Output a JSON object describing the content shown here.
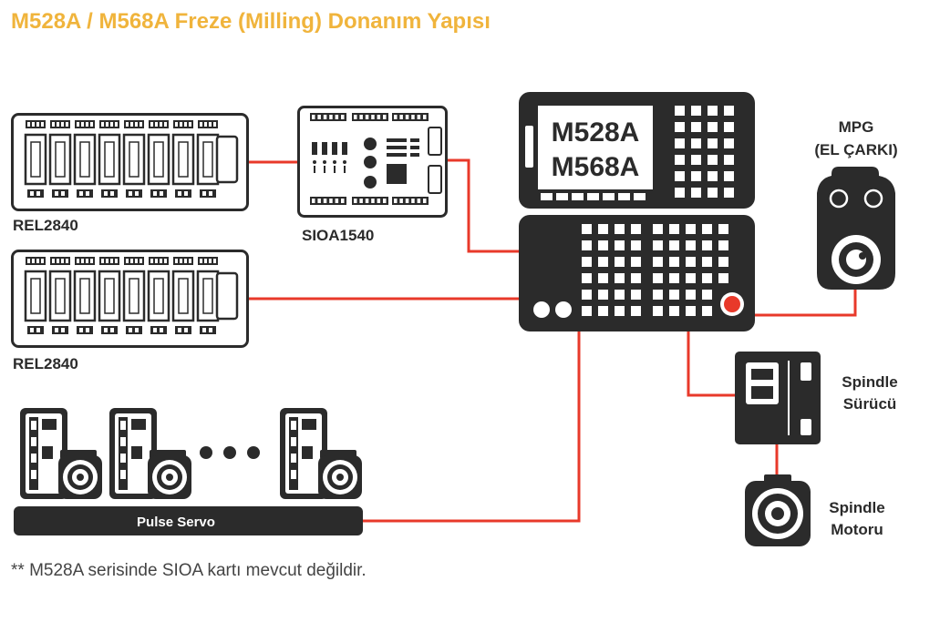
{
  "title": "M528A / M568A Freze (Milling) Donanım Yapısı",
  "colors": {
    "title": "#f0b43c",
    "wire": "#e8392a",
    "device": "#2b2b2b",
    "label": "#2b2b2b",
    "footnote": "#444444"
  },
  "controller": {
    "model_line_1": "M528A",
    "model_line_2": "M568A"
  },
  "modules": {
    "rel_top": "REL2840",
    "rel_bottom": "REL2840",
    "sioa": "SIOA1540"
  },
  "mpg": {
    "line_1": "MPG",
    "line_2": "(EL ÇARKI)"
  },
  "spindle_driver": {
    "line_1": "Spindle",
    "line_2": "Sürücü"
  },
  "spindle_motor": {
    "line_1": "Spindle",
    "line_2": "Motoru"
  },
  "servo_bar": "Pulse Servo",
  "footnote": "** M528A serisinde SIOA kartı mevcut değildir.",
  "icons": [
    "relay-board-icon",
    "io-board-icon",
    "cnc-controller-icon",
    "handwheel-icon",
    "spindle-drive-icon",
    "spindle-motor-icon",
    "servo-drive-icon",
    "ellipsis-icon"
  ]
}
